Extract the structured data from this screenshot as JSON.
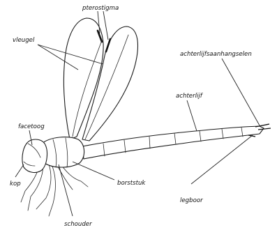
{
  "labels": {
    "pterostigma": "pterostigma",
    "vleugel": "vleugel",
    "facetoog": "facetoog",
    "kop": "kop",
    "schouder": "schouder",
    "borststuk": "borststuk",
    "achterlijf": "achterlijf",
    "achterlijfsaanhangselen": "achterlijfsaanhangselen",
    "legboor": "legboor"
  }
}
